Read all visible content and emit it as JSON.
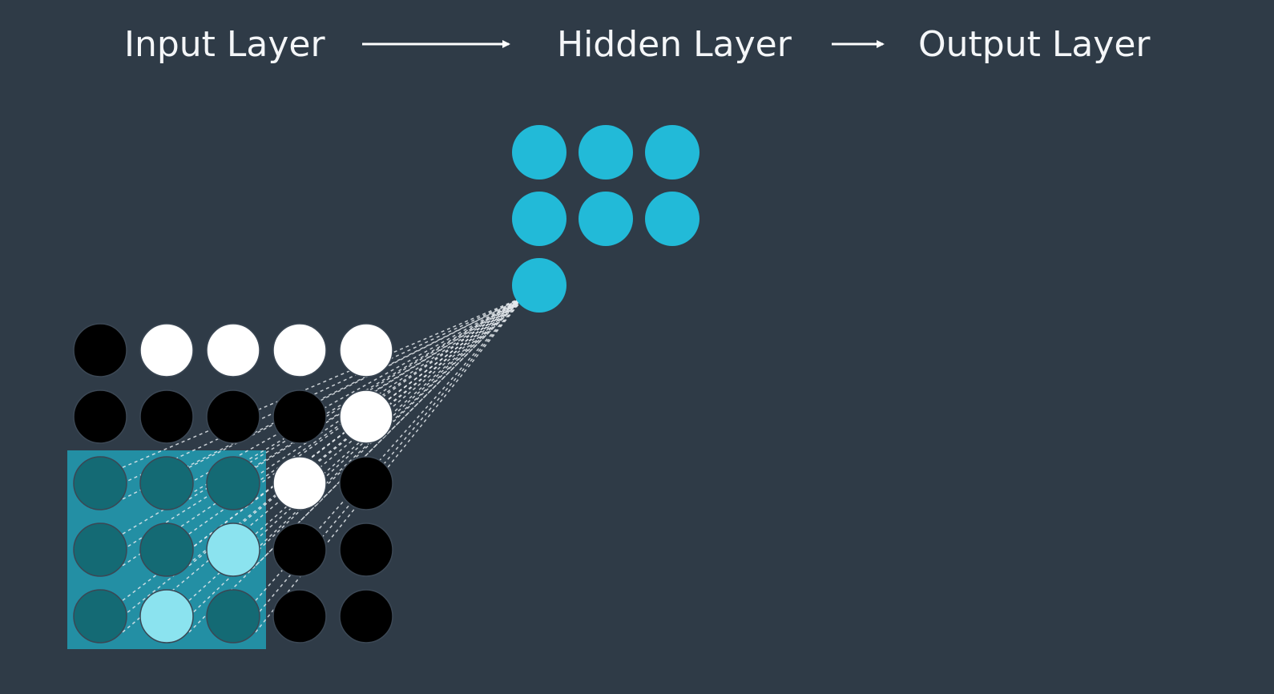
{
  "header": {
    "input_label": "Input Layer",
    "hidden_label": "Hidden Layer",
    "output_label": "Output Layer"
  },
  "colors": {
    "background": "#2f3b47",
    "black_pixel": "#000000",
    "white_pixel": "#ffffff",
    "hidden_node": "#22bad8",
    "filter_fill": "#238fa4",
    "filter_dim_node": "#146a74",
    "filter_bright_node": "#8be3ef",
    "arrow": "#ffffff",
    "connection": "#e6eaee"
  },
  "input_grid": {
    "rows": 5,
    "cols": 5,
    "values": [
      [
        0,
        1,
        1,
        1,
        1
      ],
      [
        0,
        0,
        0,
        0,
        1
      ],
      [
        0,
        0,
        0,
        1,
        0
      ],
      [
        0,
        0,
        1,
        0,
        0
      ],
      [
        0,
        1,
        0,
        0,
        0
      ]
    ]
  },
  "filter_window": {
    "row_start": 2,
    "col_start": 0,
    "size": 3
  },
  "hidden_layer": {
    "rows": 3,
    "cols": 3,
    "visible_nodes": 7,
    "active_node": 6
  }
}
